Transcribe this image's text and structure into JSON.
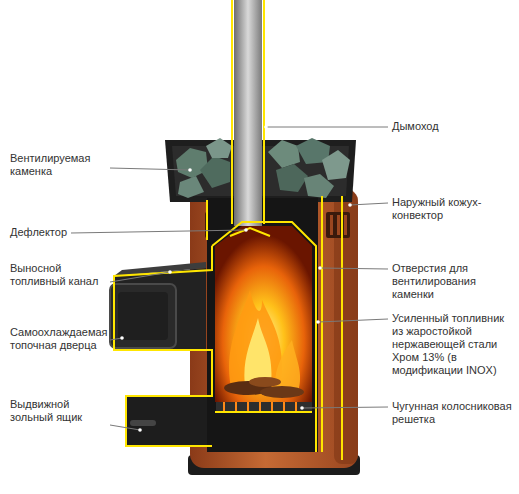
{
  "diagram": {
    "labels": [
      "Вентилируемая каменка",
      "Дефлектор",
      "Выносной топливный канал",
      "Самоохлаждаемая топочная дверца",
      "Выдвижной зольный ящик",
      "Дымоход",
      "Наружный кожух-конвектор",
      "Отверстия для вентилирования каменки",
      "Усиленный топливник из жаростойкой нержавеющей стали Хром 13% (в модификации INOX)",
      "Чугунная колосниковая решетка"
    ]
  }
}
